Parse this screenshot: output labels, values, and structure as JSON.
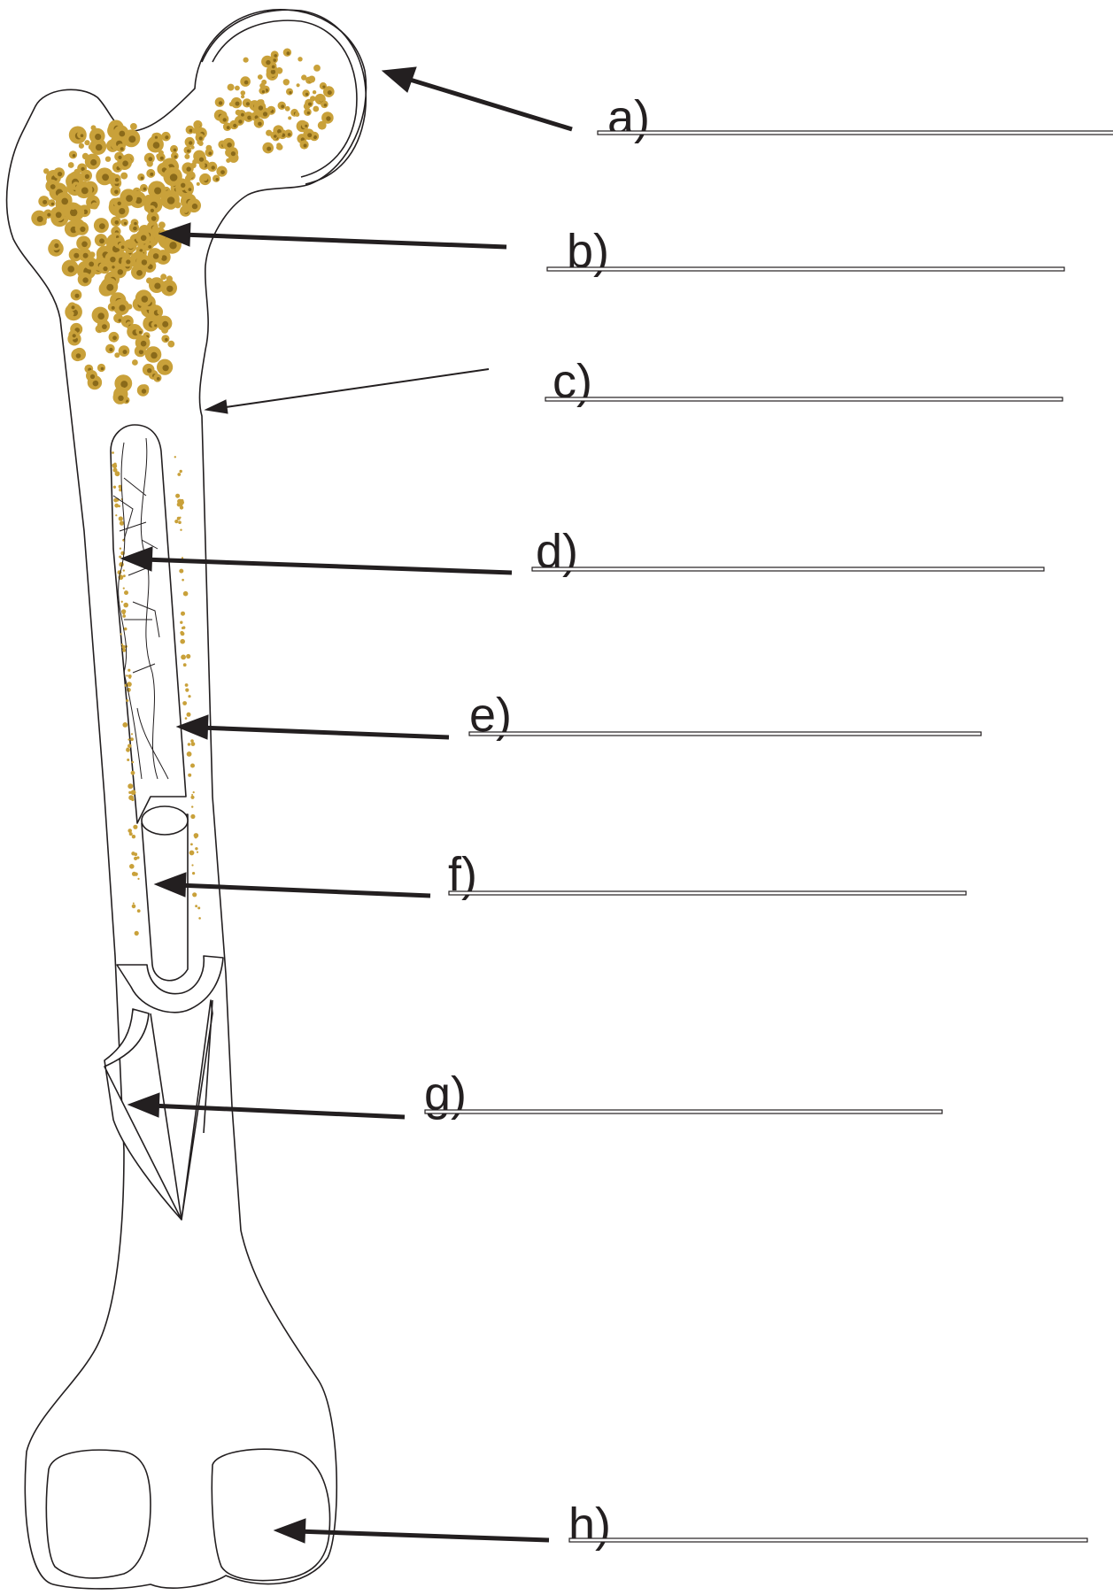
{
  "labels": [
    {
      "id": "a",
      "text": "a)"
    },
    {
      "id": "b",
      "text": "b)"
    },
    {
      "id": "c",
      "text": "c)"
    },
    {
      "id": "d",
      "text": "d)"
    },
    {
      "id": "e",
      "text": "e)"
    },
    {
      "id": "f",
      "text": "f)"
    },
    {
      "id": "g",
      "text": "g)"
    },
    {
      "id": "h",
      "text": "h)"
    }
  ],
  "colors": {
    "outline": "#231f20",
    "spongy_bone": "#c9a13a",
    "spongy_bone_dark": "#8a6a1a",
    "background": "#ffffff"
  }
}
